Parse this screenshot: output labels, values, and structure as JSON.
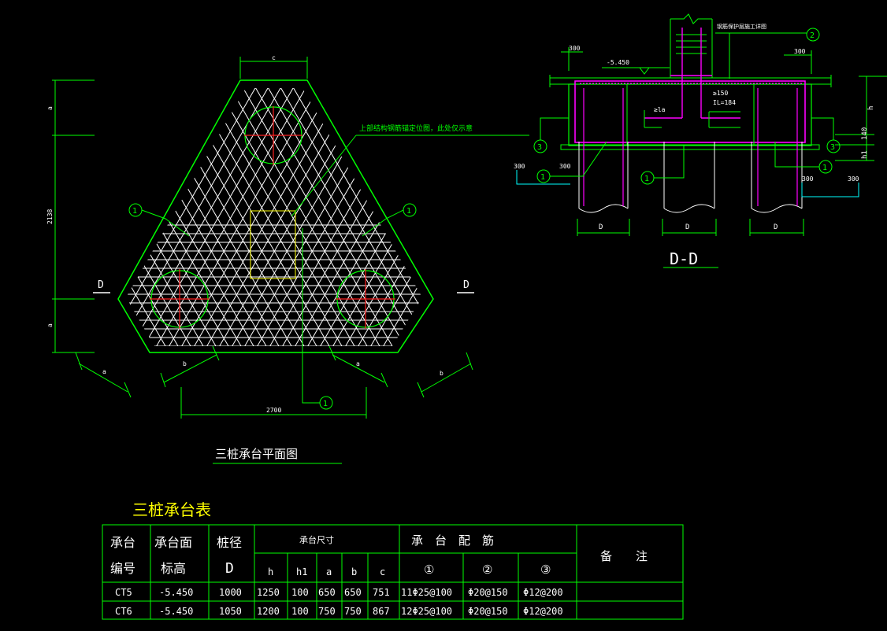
{
  "colors": {
    "bg": "#000000",
    "green": "#00ff00",
    "white": "#ffffff",
    "red": "#ff2020",
    "yellow": "#ffff00",
    "magenta": "#ff00ff",
    "cyan": "#00ffff"
  },
  "plan": {
    "title": "三桩承台平面图",
    "note": "上部结构钢筋锚定位图，此处仅示意",
    "dim_top": "c",
    "dim_left_top": "a",
    "dim_left_mid": "2138",
    "dim_left_bot": "a",
    "dim_bottom": "2700",
    "dim_diag_left_a": "a",
    "dim_diag_left_b": "b",
    "dim_diag_right_a": "a",
    "dim_diag_right_b": "b",
    "section_left": "D",
    "section_right": "D",
    "callout_left": "1",
    "callout_right": "1",
    "callout_bottom": "1"
  },
  "section": {
    "title": "D-D",
    "elev": "-5.450",
    "col_note": "钢筋保护层施工详图",
    "dim_300_l": "300",
    "dim_300_r": "300",
    "dim_150": "≥150",
    "dim_la": "≥la",
    "dim_184": "IL=184",
    "dim_h": "h",
    "dim_140": "140",
    "dim_h1": "h1",
    "d1": "D",
    "d2": "D",
    "d3": "D",
    "s300_a": "300",
    "s300_b": "300",
    "s300_c": "300",
    "s300_d": "300",
    "c2": "2",
    "c3l": "3",
    "c3r": "3",
    "c1l": "1",
    "c1m": "1",
    "c1r": "1"
  },
  "table": {
    "title": "三桩承台表",
    "headers": {
      "id_1": "承台",
      "id_2": "编号",
      "elev_1": "承台面",
      "elev_2": "标高",
      "dia_1": "桩径",
      "dia_2": "D",
      "size": "承台尺寸",
      "h": "h",
      "h1": "h1",
      "a": "a",
      "b": "b",
      "c": "c",
      "rebar": "承　台　配　筋",
      "r1": "①",
      "r2": "②",
      "r3": "③",
      "note": "备　　注"
    },
    "rows": [
      {
        "id": "CT5",
        "elev": "-5.450",
        "dia": "1000",
        "h": "1250",
        "h1": "100",
        "a": "650",
        "b": "650",
        "c": "751",
        "r1": "11Φ25@100",
        "r2": "Φ20@150",
        "r3": "Φ12@200",
        "note": ""
      },
      {
        "id": "CT6",
        "elev": "-5.450",
        "dia": "1050",
        "h": "1200",
        "h1": "100",
        "a": "750",
        "b": "750",
        "c": "867",
        "r1": "12Φ25@100",
        "r2": "Φ20@150",
        "r3": "Φ12@200",
        "note": ""
      }
    ]
  }
}
